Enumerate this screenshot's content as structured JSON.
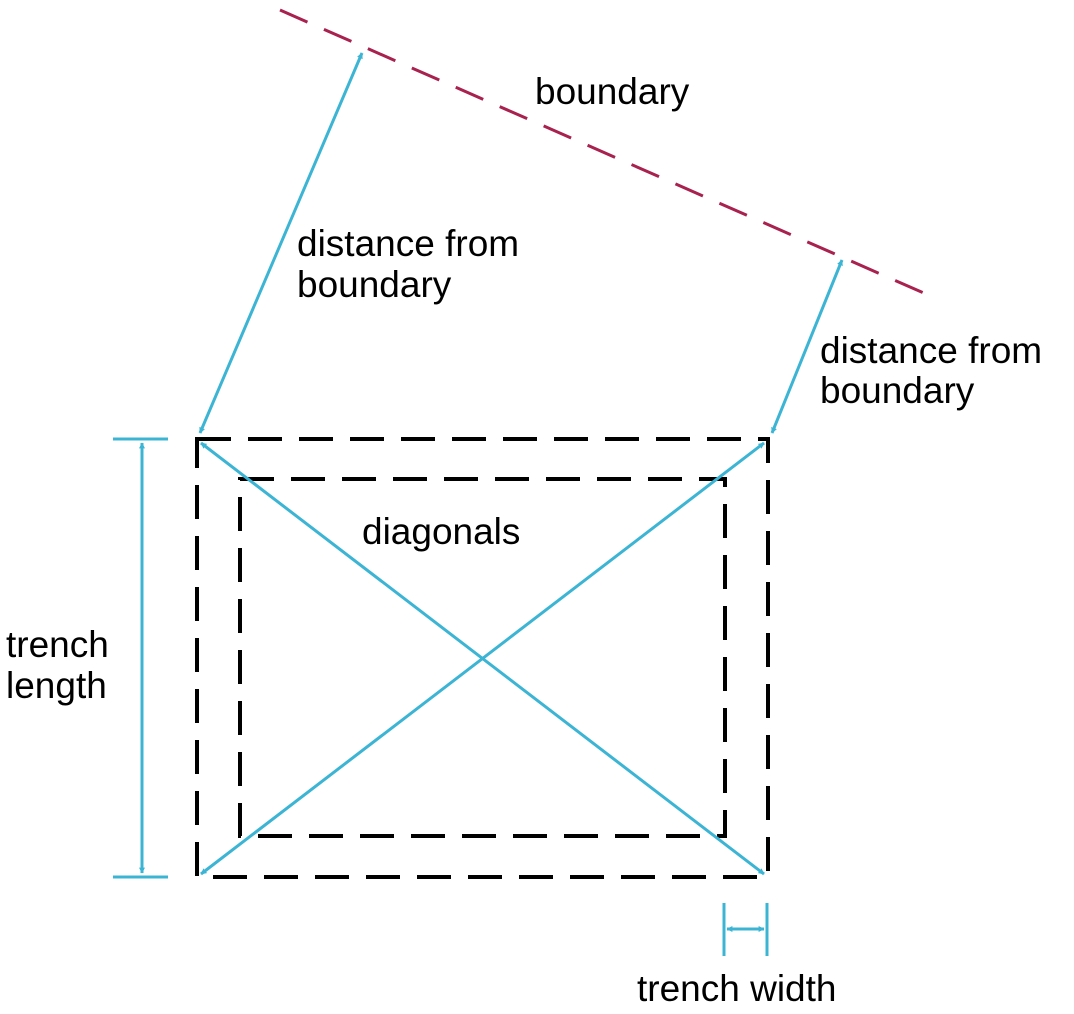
{
  "labels": {
    "boundary": "boundary",
    "distance_left_1": "distance from",
    "distance_left_2": "boundary",
    "distance_right_1": "distance from",
    "distance_right_2": "boundary",
    "diagonals": "diagonals",
    "trench_length_1": "trench",
    "trench_length_2": "length",
    "trench_width": "trench width"
  },
  "colors": {
    "boundary": "#a8214f",
    "measure": "#3cb4d4",
    "trench": "#000000",
    "text": "#000000"
  }
}
